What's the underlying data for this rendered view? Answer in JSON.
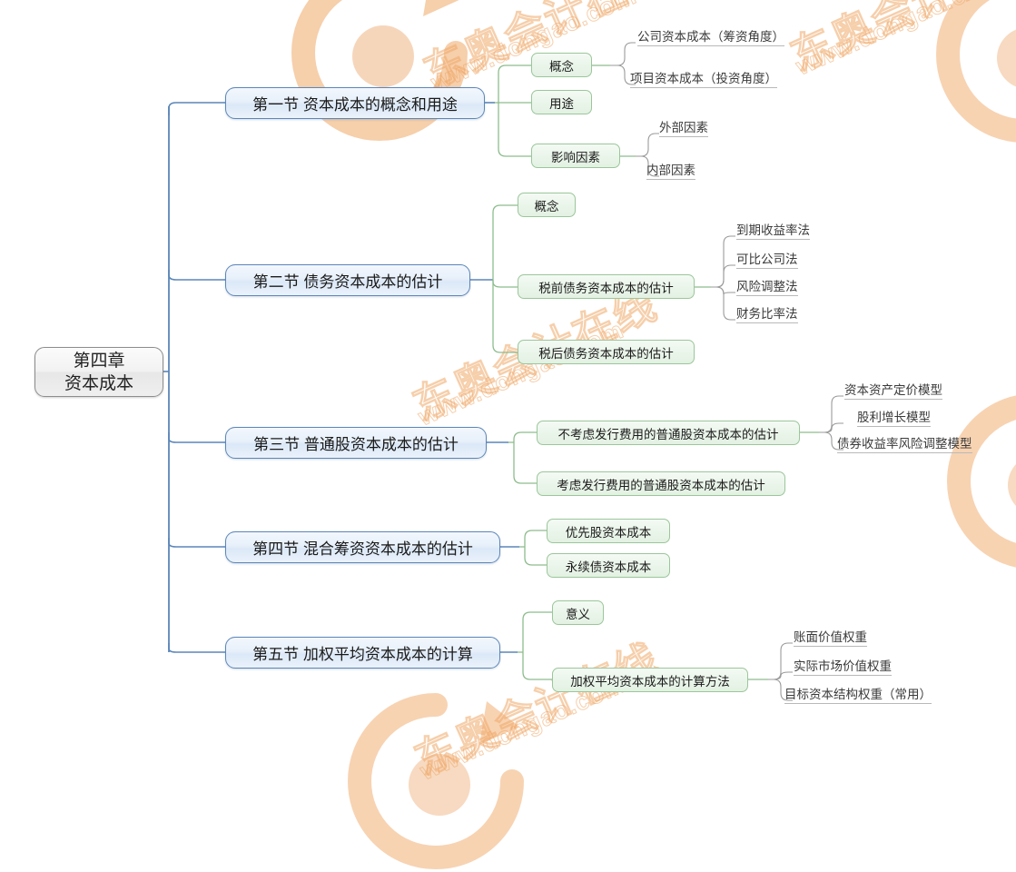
{
  "document": {
    "title": "第四章 资本成本 思维导图",
    "background": "#ffffff"
  },
  "watermark": {
    "brand_cn": "东奥会计在线",
    "brand_url": "www.dongao.com",
    "color": "#f0a868"
  },
  "colors": {
    "root_border": "#8d8d8d",
    "level1_border": "#5b86b9",
    "level1_fill": "#e7f0fa",
    "level2_border": "#9bc69b",
    "level2_fill": "#eaf5ea",
    "leaf_rule": "#b9b9b9",
    "link_blue": "#5b86b9",
    "link_green": "#8dbc8d",
    "link_gray": "#9a9a9a"
  },
  "mindmap": {
    "root": {
      "line1": "第四章",
      "line2": "资本成本"
    },
    "sections": [
      {
        "label": "第一节 资本成本的概念和用途",
        "children": [
          {
            "label": "概念",
            "leaves": [
              "公司资本成本（筹资角度）",
              "项目资本成本（投资角度）"
            ]
          },
          {
            "label": "用途",
            "leaves": []
          },
          {
            "label": "影响因素",
            "leaves": [
              "外部因素",
              "内部因素"
            ]
          }
        ]
      },
      {
        "label": "第二节 债务资本成本的估计",
        "children": [
          {
            "label": "概念",
            "leaves": []
          },
          {
            "label": "税前债务资本成本的估计",
            "leaves": [
              "到期收益率法",
              "可比公司法",
              "风险调整法",
              "财务比率法"
            ]
          },
          {
            "label": "税后债务资本成本的估计",
            "leaves": []
          }
        ]
      },
      {
        "label": "第三节 普通股资本成本的估计",
        "children": [
          {
            "label": "不考虑发行费用的普通股资本成本的估计",
            "leaves": [
              "资本资产定价模型",
              "股利增长模型",
              "债券收益率风险调整模型"
            ]
          },
          {
            "label": "考虑发行费用的普通股资本成本的估计",
            "leaves": []
          }
        ]
      },
      {
        "label": "第四节 混合筹资资本成本的估计",
        "children": [
          {
            "label": "优先股资本成本",
            "leaves": []
          },
          {
            "label": "永续债资本成本",
            "leaves": []
          }
        ]
      },
      {
        "label": "第五节 加权平均资本成本的计算",
        "children": [
          {
            "label": "意义",
            "leaves": []
          },
          {
            "label": "加权平均资本成本的计算方法",
            "leaves": [
              "账面价值权重",
              "实际市场价值权重",
              "目标资本结构权重（常用）"
            ]
          }
        ]
      }
    ]
  }
}
